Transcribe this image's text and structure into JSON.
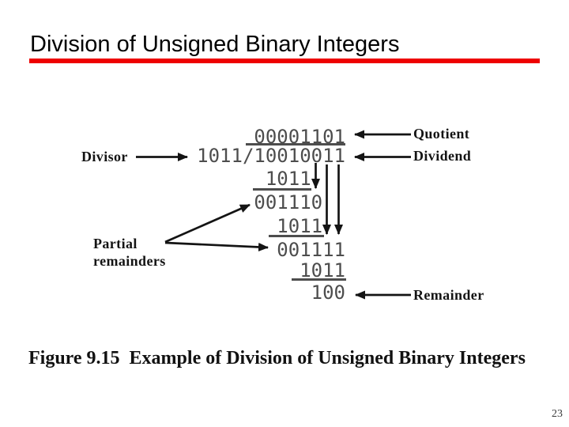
{
  "slide": {
    "title": "Division of Unsigned Binary Integers",
    "caption": "Figure 9.15  Example of Division of Unsigned Binary Integers",
    "page_number": "23",
    "accent_color": "#ee0000"
  },
  "figure": {
    "labels": {
      "divisor": "Divisor",
      "quotient": "Quotient",
      "dividend": "Dividend",
      "partial_line1": "Partial",
      "partial_line2": "remainders",
      "remainder": "Remainder"
    },
    "division": {
      "quotient": "00001101",
      "divisor": "1011",
      "radical": "/",
      "dividend": "10010011",
      "steps": [
        "1011   ",
        "001110  ",
        "1011  ",
        "001111",
        "1011",
        "100"
      ]
    },
    "colors": {
      "digits": "#4d4d4d",
      "ink": "#141414"
    }
  }
}
